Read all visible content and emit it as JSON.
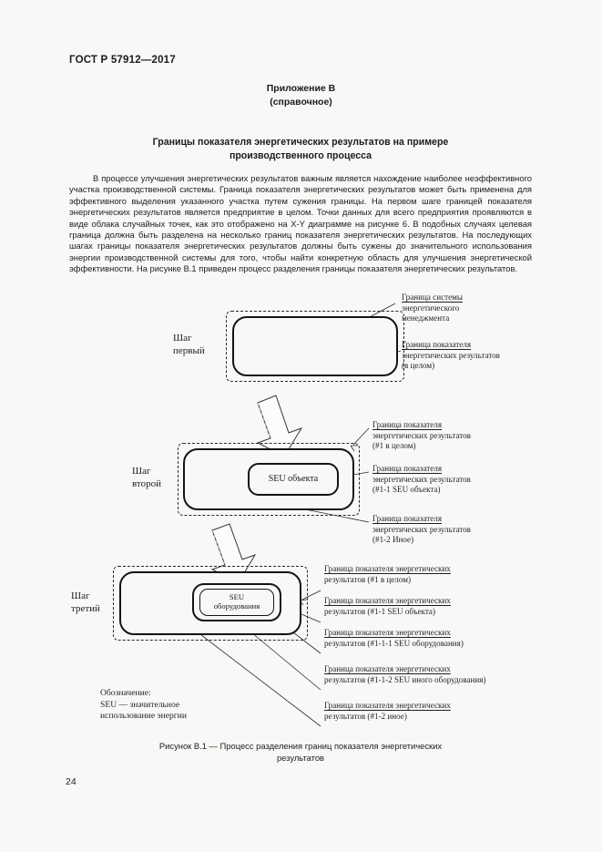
{
  "header": {
    "standard_number": "ГОСТ Р 57912—2017",
    "annex_line1": "Приложение В",
    "annex_line2": "(справочное)"
  },
  "title": {
    "line1": "Границы показателя энергетических результатов на примере",
    "line2": "производственного процесса"
  },
  "body": {
    "paragraph": "В процессе улучшения энергетических результатов важным является нахождение наиболее неэффективного участка производственной системы. Граница показателя энергетических результатов может быть применена для эффективного выделения указанного участка путем сужения границы. На первом шаге границей показателя энергетических результатов является предприятие в целом. Точки данных для всего предприятия проявляются в виде облака случайных точек, как это отображено на X-Y диаграмме на рисунке 6. В подобных случаях целевая граница должна быть разделена на несколько границ показателя энергетических результатов. На последующих шагах границы показателя энергетических результатов должны быть сужены до значительного использования энергии производственной системы для того, чтобы найти конкретную область для улучшения энергетической эффективности. На рисунке В.1 приведен процесс разделения границы показателя энергетических результатов."
  },
  "figure": {
    "steps": [
      {
        "id": "step1",
        "label_line1": "Шаг",
        "label_line2": "первый"
      },
      {
        "id": "step2",
        "label_line1": "Шаг",
        "label_line2": "второй"
      },
      {
        "id": "step3",
        "label_line1": "Шаг",
        "label_line2": "третий"
      }
    ],
    "boxes": {
      "step2_seu": "SEU объекта",
      "step3_seu_line1": "SEU",
      "step3_seu_line2": "оборудования"
    },
    "callouts": {
      "step1_a_l1": "Граница системы",
      "step1_a_l2": "энергетического",
      "step1_a_l3": "менеджмента",
      "step1_b_l1": "Граница показателя",
      "step1_b_l2": "энергетических результатов",
      "step1_b_l3": "(в целом)",
      "step2_a_l1": "Граница показателя",
      "step2_a_l2": "энергетических результатов",
      "step2_a_l3": "(#1 в целом)",
      "step2_b_l1": "Граница показателя",
      "step2_b_l2": "энергетических результатов",
      "step2_b_l3": "(#1-1 SEU объекта)",
      "step2_c_l1": "Граница показателя",
      "step2_c_l2": "энергетических результатов",
      "step2_c_l3": "(#1-2 Иное)",
      "step3_a_l1": "Граница показателя энергетических",
      "step3_a_l2": "результатов (#1 в целом)",
      "step3_b_l1": "Граница показателя энергетических",
      "step3_b_l2": "результатов (#1-1 SEU объекта)",
      "step3_c_l1": "Граница показателя энергетических",
      "step3_c_l2": "результатов (#1-1-1 SEU оборудования)",
      "step3_d_l1": "Граница показателя энергетических",
      "step3_d_l2": "результатов (#1-1-2 SEU иного оборудования)",
      "step3_e_l1": "Граница показателя энергетических",
      "step3_e_l2": "результатов (#1-2 иное)"
    },
    "legend": {
      "line1": "Обозначение:",
      "line2": "SEU —  значительное",
      "line3": "использование энергии"
    },
    "caption_line1": "Рисунок В.1 — Процесс разделения границ показателя энергетических",
    "caption_line2": "результатов"
  },
  "footer": {
    "page_number": "24"
  },
  "colors": {
    "page_background": "#f8f8f6",
    "text": "#1d1d1d",
    "stroke": "#141414"
  }
}
